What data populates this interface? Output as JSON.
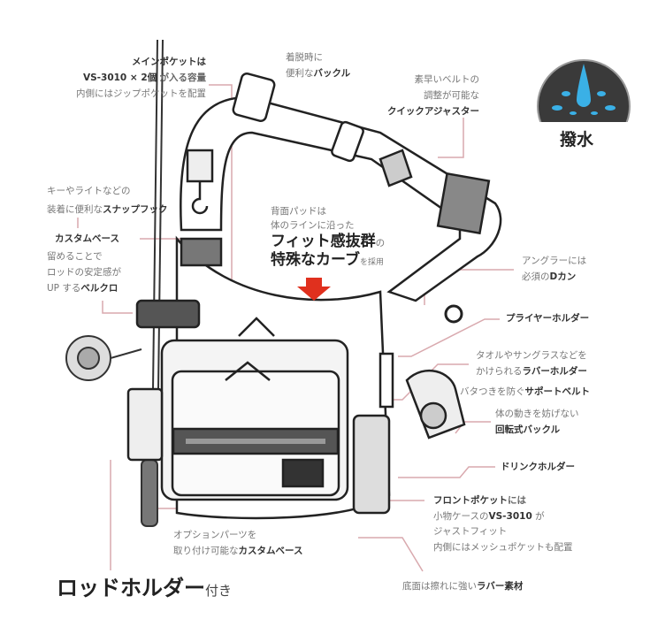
{
  "colors": {
    "leader": "#d9a9ae",
    "arrow": "#e0301e",
    "water": "#3ab0e6",
    "badge_bg": "#333333"
  },
  "labels": {
    "main_pocket": {
      "l1": "メインポケットは",
      "l2a": "VS-3010 × 2個",
      "l2b": "が入る容量",
      "l3": "内側にはジップポケットを配置"
    },
    "buckle": {
      "l1": "着脱時に",
      "l2a": "便利な",
      "l2b": "バックル"
    },
    "adjuster": {
      "l1": "素早いベルトの",
      "l2": "調整が可能な",
      "l3": "クイックアジャスター"
    },
    "badge": {
      "text": "撥水",
      "icon": "water-drop-icon"
    },
    "snap_hook": {
      "l1": "キーやライトなどの",
      "l2a": "装着に便利な",
      "l2b": "スナップフック"
    },
    "custom_base_top": {
      "l1": "カスタムベース"
    },
    "velcro": {
      "l1": "留めることで",
      "l2": "ロッドの安定感が",
      "l3a": "UP する",
      "l3b": "ベルクロ"
    },
    "back_pad": {
      "l1": "背面パッドは",
      "l2": "体のラインに沿った",
      "l3a": "フィット感抜群",
      "l3b": "の",
      "l4a": "特殊なカーブ",
      "l4b": "を採用"
    },
    "d_ring": {
      "l1": "アングラーには",
      "l2a": "必須の",
      "l2b": "Dカン"
    },
    "plier": {
      "l1": "プライヤーホルダー"
    },
    "rubber_holder": {
      "l1": "タオルやサングラスなどを",
      "l2a": "かけられる",
      "l2b": "ラバーホルダー"
    },
    "support_belt": {
      "l1a": "バタつきを防ぐ",
      "l1b": "サポートベルト"
    },
    "rotary_buckle": {
      "l1": "体の動きを妨げない",
      "l2": "回転式バックル"
    },
    "drink": {
      "l1": "ドリンクホルダー"
    },
    "front_pocket": {
      "l1a": "フロントポケット",
      "l1b": "には",
      "l2a": "小物ケースの",
      "l2b": "VS-3010",
      "l2c": "が",
      "l3": "ジャストフィット",
      "l4": "内側にはメッシュポケットも配置"
    },
    "bottom": {
      "l1a": "底面は擦れに強い",
      "l1b": "ラバー素材"
    },
    "option_base": {
      "l1": "オプションパーツを",
      "l2a": "取り付け可能な",
      "l2b": "カスタムベース"
    },
    "rod_holder": {
      "main": "ロッドホルダー",
      "suffix": "付き"
    }
  }
}
